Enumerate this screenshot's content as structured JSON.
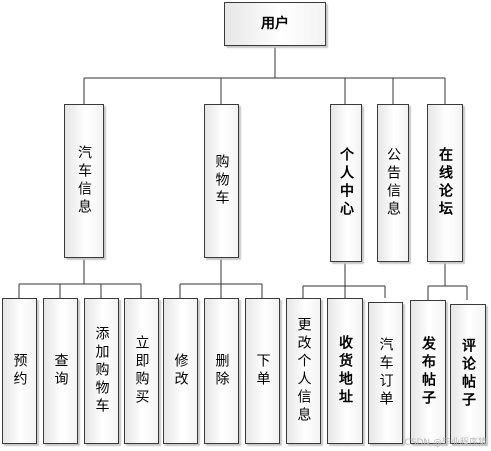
{
  "root": {
    "label": "用户"
  },
  "categories": [
    {
      "label": "汽车信息",
      "children": [
        "预约",
        "查询",
        "添加购物车",
        "立即购买"
      ]
    },
    {
      "label": "购物车",
      "children": [
        "修改",
        "删除",
        "下单"
      ]
    },
    {
      "label": "个人中心",
      "children": [
        "更改个人信息",
        "收货地址",
        "汽车订单"
      ]
    },
    {
      "label": "公告信息",
      "children": []
    },
    {
      "label": "在线论坛",
      "children": [
        "发布帖子",
        "评论帖子"
      ]
    }
  ],
  "watermark": "CSDN @毕业程序猿"
}
